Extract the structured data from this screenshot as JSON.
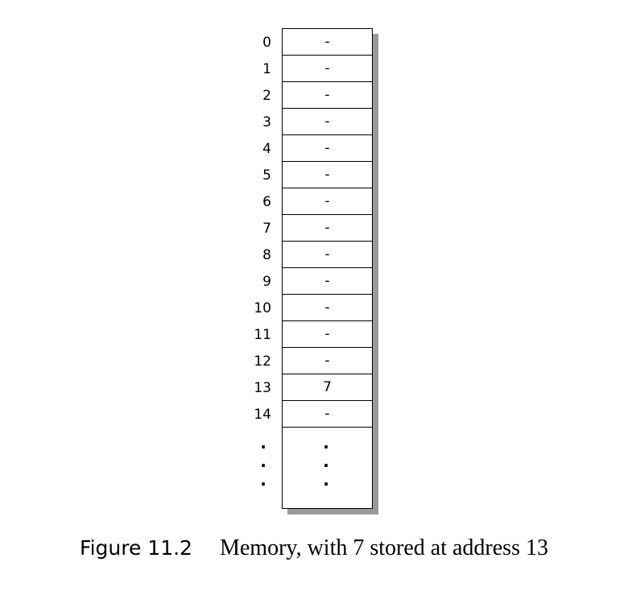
{
  "memory": {
    "addresses": [
      "0",
      "1",
      "2",
      "3",
      "4",
      "5",
      "6",
      "7",
      "8",
      "9",
      "10",
      "11",
      "12",
      "13",
      "14"
    ],
    "values": [
      "-",
      "-",
      "-",
      "-",
      "-",
      "-",
      "-",
      "-",
      "-",
      "-",
      "-",
      "-",
      "-",
      "7",
      "-"
    ],
    "ellipsis": "·"
  },
  "caption": {
    "label": "Figure 11.2",
    "text": "Memory, with 7 stored at address 13"
  }
}
